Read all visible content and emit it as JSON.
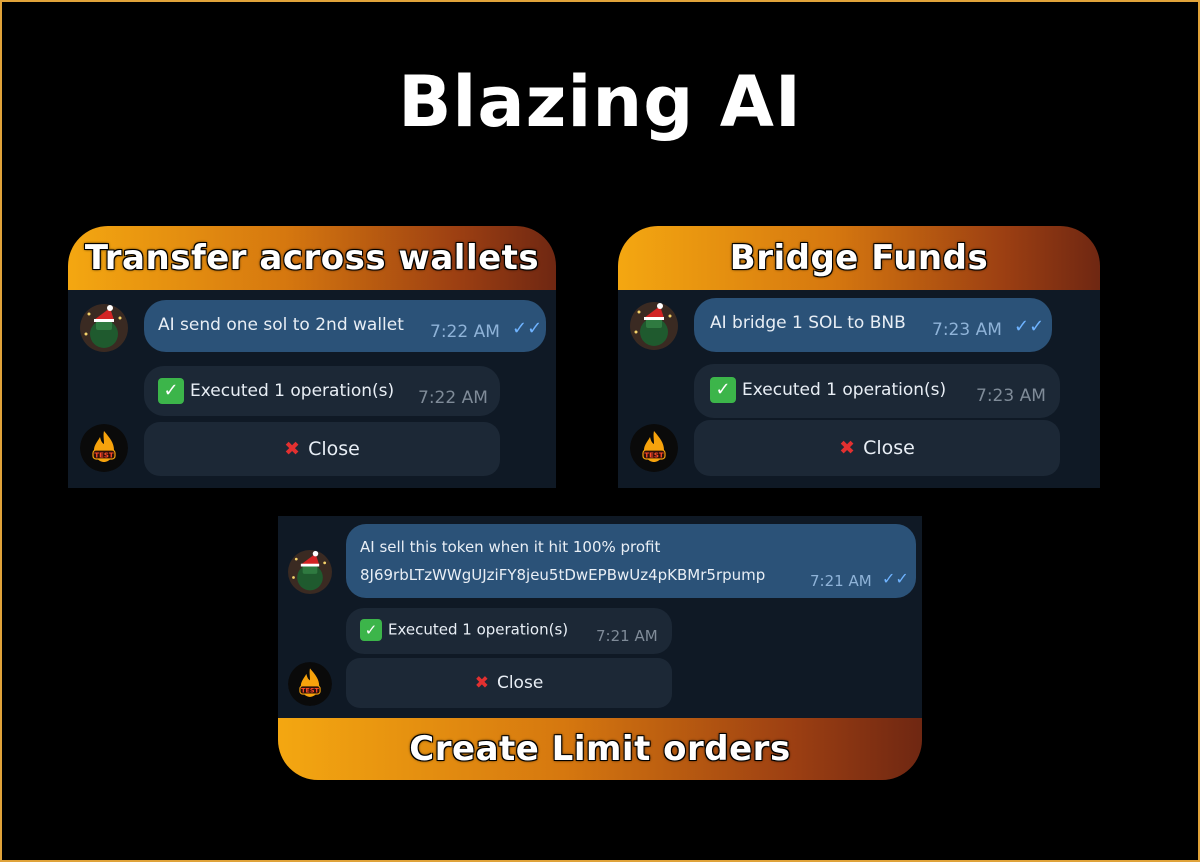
{
  "page": {
    "title": "Blazing AI"
  },
  "cards": {
    "transfer": {
      "header": "Transfer across wallets",
      "user_message": "AI send one sol to 2nd wallet",
      "user_time": "7:22 AM",
      "bot_result": "Executed 1 operation(s)",
      "bot_time": "7:22 AM",
      "close_label": "Close"
    },
    "bridge": {
      "header": "Bridge Funds",
      "user_message": "AI bridge 1 SOL to BNB",
      "user_time": "7:23 AM",
      "bot_result": "Executed 1 operation(s)",
      "bot_time": "7:23 AM",
      "close_label": "Close"
    },
    "limit": {
      "header": "Create Limit orders",
      "user_message_line1": "AI sell this token when it hit 100% profit",
      "user_message_line2": "8J69rbLTzWWgUJziFY8jeu5tDwEPBwUz4pKBMr5rpump",
      "user_time": "7:21 AM",
      "bot_result": "Executed 1 operation(s)",
      "bot_time": "7:21 AM",
      "close_label": "Close"
    }
  },
  "avatars": {
    "bot_label": "TEST"
  },
  "icons": {
    "check": "check-mark-icon",
    "close": "cross-mark-icon",
    "read": "double-check-icon",
    "user": "user-avatar-icon",
    "bot": "bot-flame-avatar-icon"
  },
  "colors": {
    "header_gradient_start": "#f4a711",
    "header_gradient_end": "#6f2712",
    "chat_bg": "#0f1925",
    "user_bubble": "#2b5278",
    "bot_bubble": "#1c2836",
    "check_green": "#3cb54a",
    "close_red": "#e23030",
    "frame_border": "#e0a33a"
  }
}
